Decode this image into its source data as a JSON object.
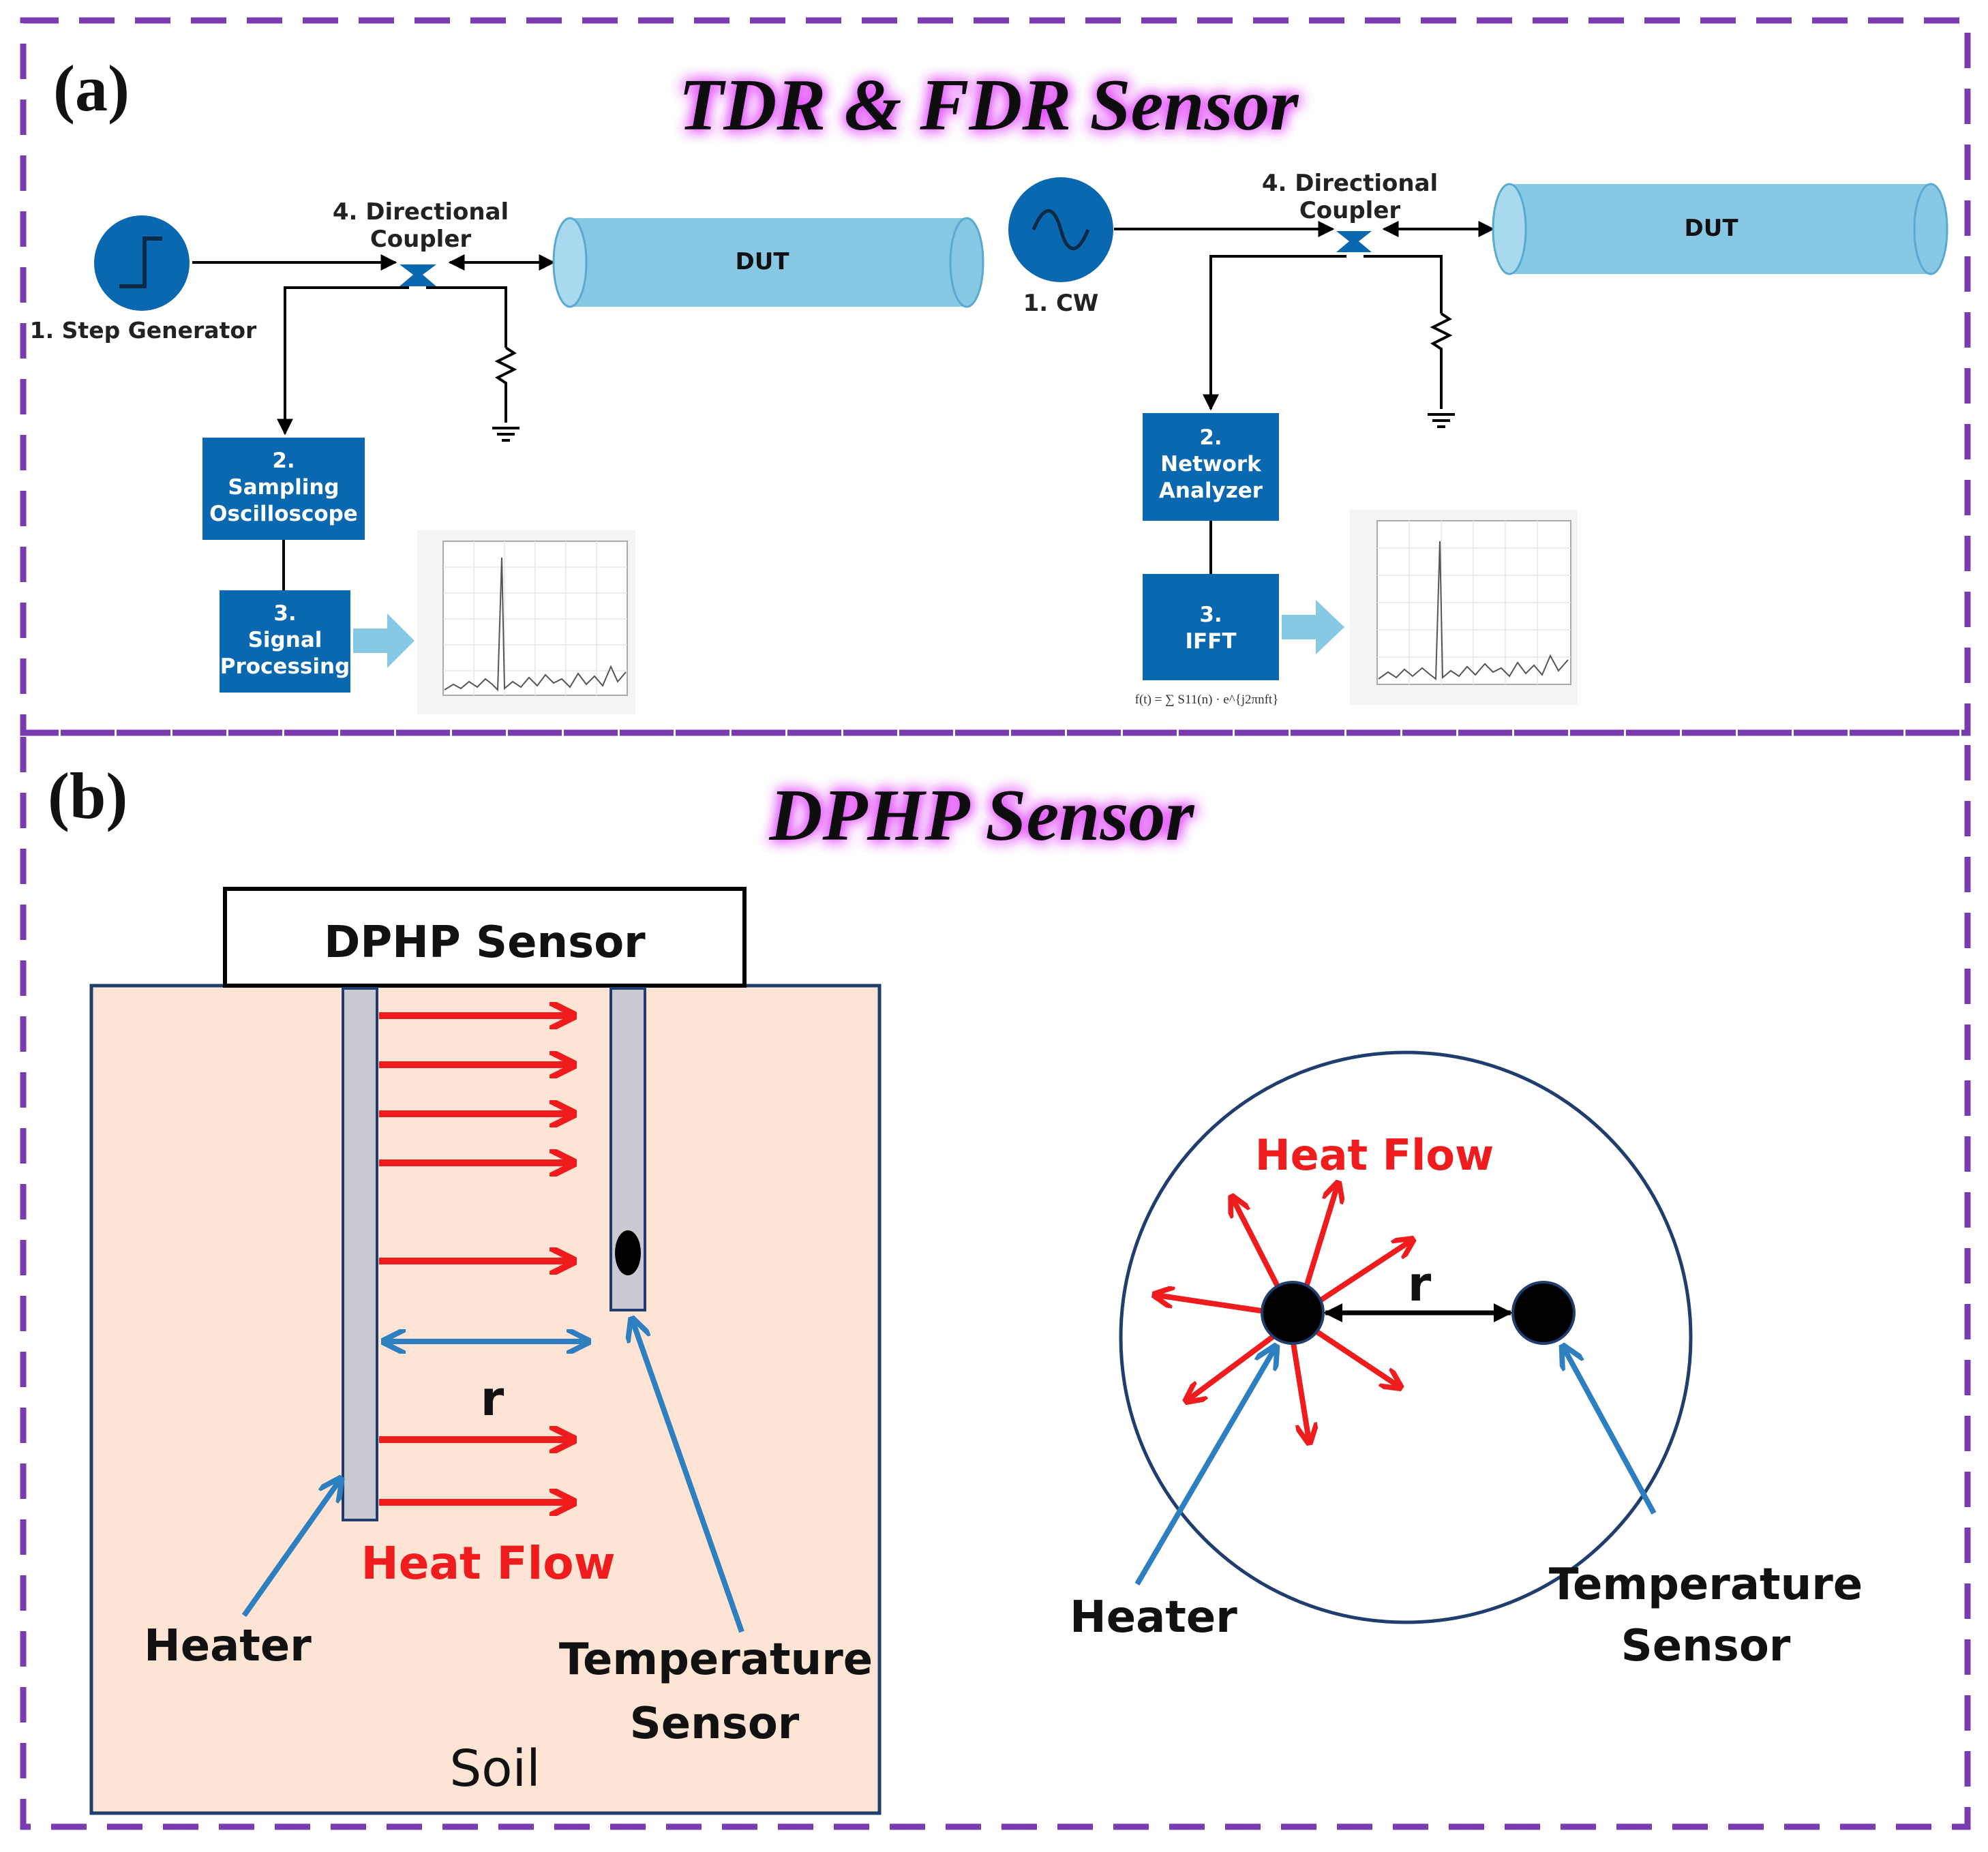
{
  "panel_a": {
    "label": "(a)",
    "title": "TDR & FDR Sensor",
    "tdr": {
      "step_generator": "1. Step Generator",
      "coupler_line1": "4. Directional",
      "coupler_line2": "Coupler",
      "dut": "DUT",
      "oscilloscope_num": "2.",
      "oscilloscope_line1": "Sampling",
      "oscilloscope_line2": "Oscilloscope",
      "processing_num": "3.",
      "processing_line1": "Signal",
      "processing_line2": "Processing"
    },
    "fdr": {
      "cw": "1. CW",
      "coupler_line1": "4. Directional",
      "coupler_line2": "Coupler",
      "dut": "DUT",
      "analyzer_num": "2.",
      "analyzer_line1": "Network",
      "analyzer_line2": "Analyzer",
      "ifft_num": "3.",
      "ifft_label": "IFFT",
      "formula": "f(t) = ∑ S11(n) · e^{j2πnft}"
    }
  },
  "panel_b": {
    "label": "(b)",
    "title": "DPHP Sensor",
    "side_view": {
      "sensor_box": "DPHP Sensor",
      "r_label": "r",
      "heat_flow": "Heat Flow",
      "heater": "Heater",
      "temp_line1": "Temperature",
      "temp_line2": "Sensor",
      "soil": "Soil"
    },
    "top_view": {
      "heat_flow": "Heat Flow",
      "r_label": "r",
      "heater": "Heater",
      "temp_line1": "Temperature",
      "temp_line2": "Sensor"
    }
  },
  "colors": {
    "frame_dash": "#7b3bb0",
    "title_glow": "#e040fb",
    "block_blue": "#0a68b0",
    "dut_fill": "#87c8e4",
    "soil_fill": "#fde4d4",
    "probe_fill": "#c9c9d2",
    "heat_red": "#ee1c1c",
    "pointer_blue": "#2e7fc0"
  }
}
